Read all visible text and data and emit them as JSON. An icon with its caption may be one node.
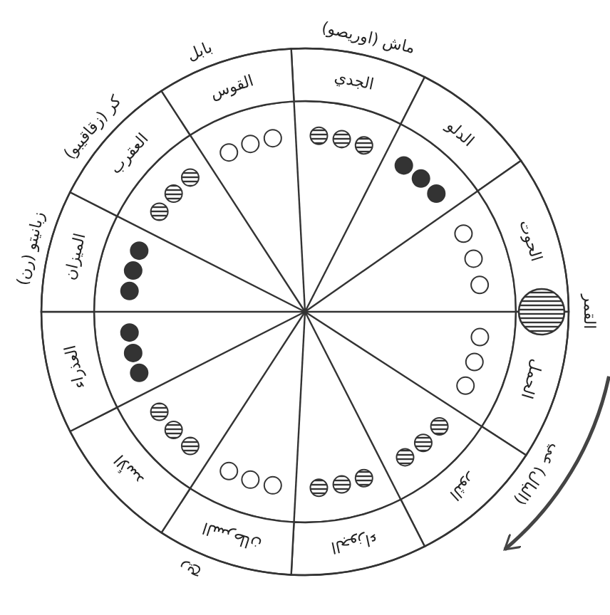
{
  "diagram": {
    "nodes": [
      {
        "text": [
          "الجدي"
        ]
      },
      {
        "text": [
          "الدلو"
        ]
      },
      {
        "text": [
          "الحوت"
        ]
      },
      {
        "text": [
          "الحمل"
        ]
      },
      {
        "text": [
          "الثور"
        ]
      },
      {
        "text": [
          "الجوزاء"
        ]
      },
      {
        "text": [
          "السرطان"
        ]
      },
      {
        "text": [
          "الأسد"
        ]
      },
      {
        "text": [
          "العذراء"
        ]
      },
      {
        "text": [
          "الميزان"
        ]
      },
      {
        "text": [
          "العقرب"
        ]
      },
      {
        "text": [
          "القوس"
        ]
      },
      {
        "text": [],
        "shape": "circle",
        "beside": [
          "القمر"
        ]
      }
    ],
    "labels": [
      "ماش (اوريصو)",
      "بابل",
      "كر (زقاقيبو)",
      "زبانيتو (رن)",
      "(البال) عي",
      "ريح"
    ]
  }
}
